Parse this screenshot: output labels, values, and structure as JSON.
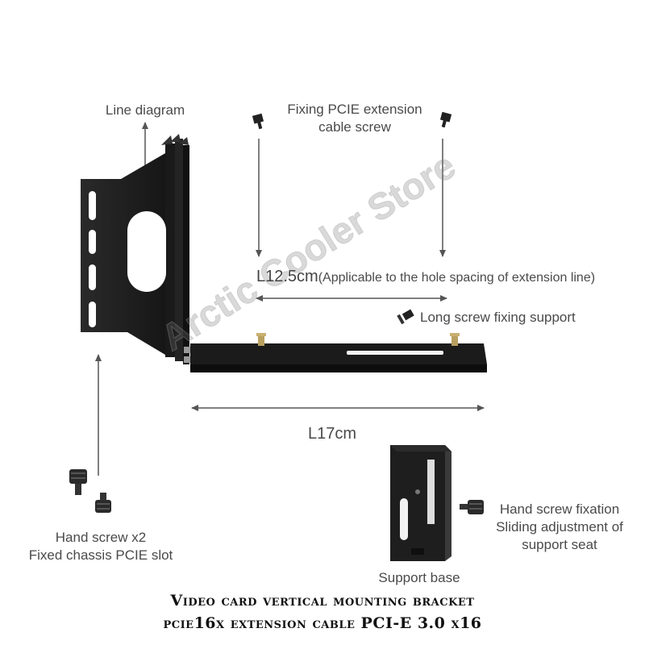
{
  "labels": {
    "line_diagram": "Line diagram",
    "fixing_screw_line1": "Fixing PCIE extension",
    "fixing_screw_line2": "cable screw",
    "dim_125": "L12.5cm",
    "dim_125_note": "(Applicable to the hole spacing of extension line)",
    "long_screw": "Long screw fixing support",
    "dim_17": "L17cm",
    "hand_screw_line1": "Hand screw x2",
    "hand_screw_line2": "Fixed chassis PCIE slot",
    "hand_fix_line1": "Hand screw fixation",
    "hand_fix_line2": "Sliding adjustment of",
    "hand_fix_line3": "support seat",
    "support_base": "Support base"
  },
  "watermark": "Arctic Cooler Store",
  "caption": {
    "line1": "Video card vertical mounting bracket",
    "line2": "pcie16x extension cable PCI-E 3.0 x16"
  },
  "colors": {
    "bracket": "#1c1c1c",
    "arrow": "#555555",
    "text": "#4a4a4a",
    "brass": "#b8a060"
  }
}
